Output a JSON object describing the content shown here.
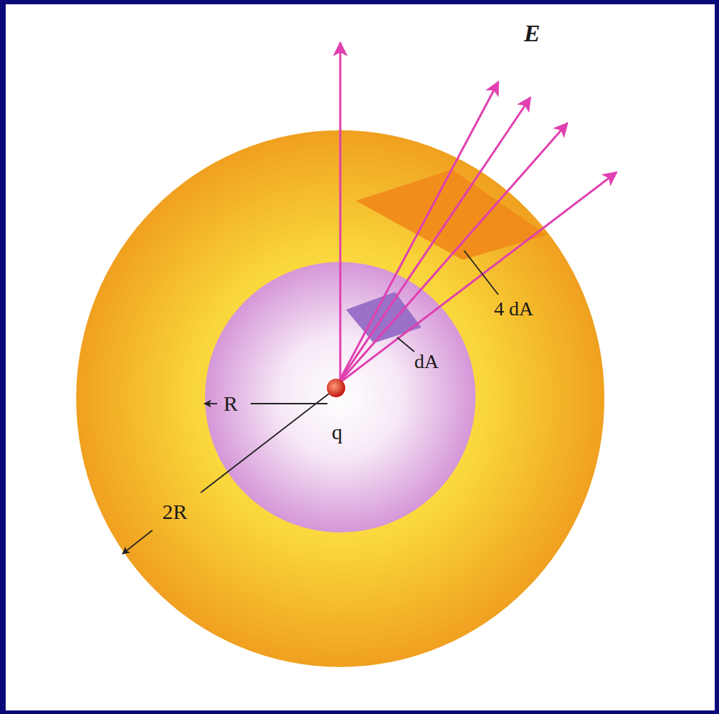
{
  "diagram": {
    "labels": [
      "E",
      "4 dA",
      "dA",
      "R",
      "q",
      "2R"
    ]
  }
}
